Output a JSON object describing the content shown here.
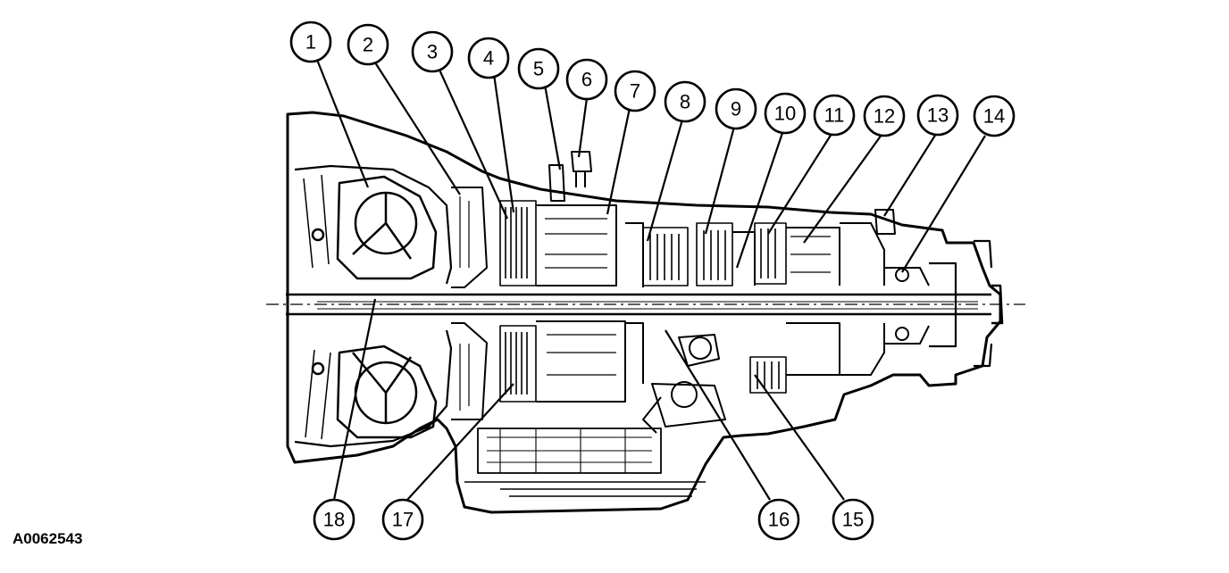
{
  "figure_id": "A0062543",
  "callouts": [
    "1",
    "2",
    "3",
    "4",
    "5",
    "6",
    "7",
    "8",
    "9",
    "10",
    "11",
    "12",
    "13",
    "14",
    "15",
    "16",
    "17",
    "18"
  ],
  "colors": {
    "ink": "#000000",
    "paper": "#ffffff"
  }
}
